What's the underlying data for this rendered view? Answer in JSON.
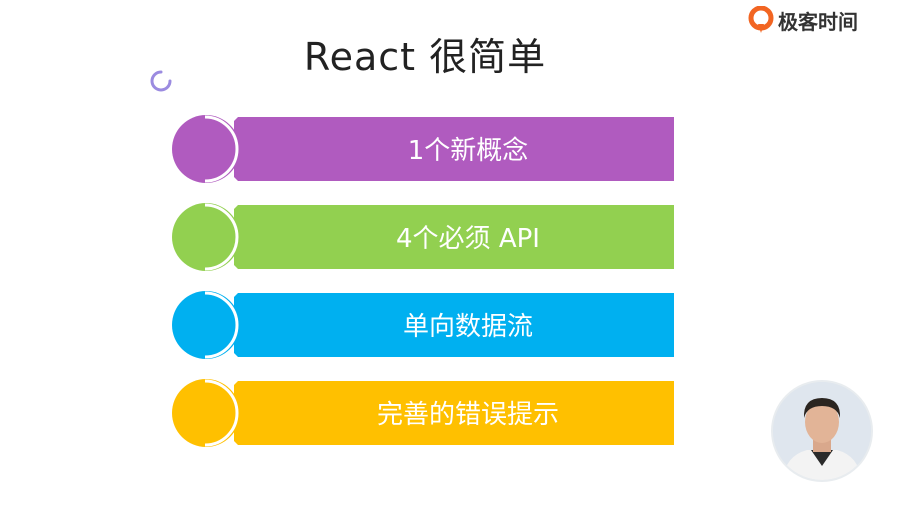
{
  "slide": {
    "title": "React 很简单"
  },
  "brand": {
    "name": "极客时间",
    "logo_color": "#f26522"
  },
  "items": [
    {
      "label": "1个新概念",
      "color": "#b05bbf"
    },
    {
      "label": "4个必须 API",
      "color": "#92d050"
    },
    {
      "label": "单向数据流",
      "color": "#00b0f0"
    },
    {
      "label": "完善的错误提示",
      "color": "#ffc000"
    }
  ],
  "loader_color": "#9b8be0",
  "presenter": {
    "icon": "presenter-avatar"
  }
}
